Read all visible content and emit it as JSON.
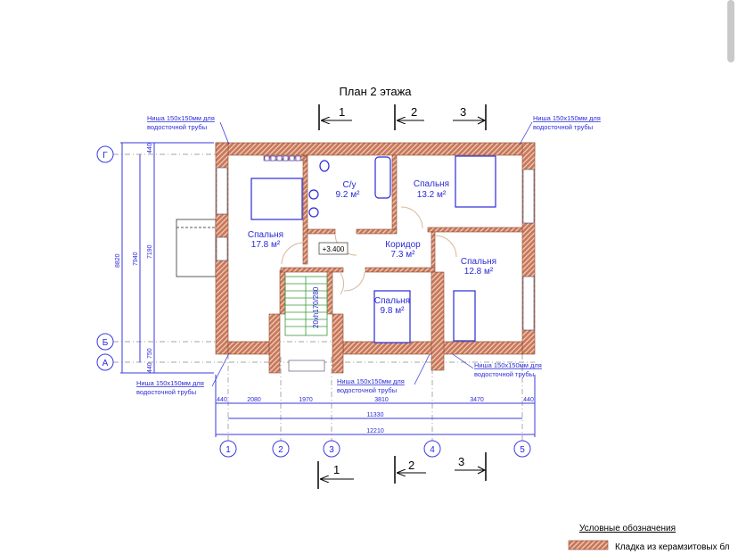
{
  "title": "План 2 этажа",
  "sections": [
    "1",
    "2",
    "3"
  ],
  "axes_x": [
    "1",
    "2",
    "3",
    "4",
    "5"
  ],
  "axes_y": [
    "Г",
    "Б",
    "А"
  ],
  "rooms": [
    {
      "name": "С/у",
      "area": "9.2 м²"
    },
    {
      "name": "Спальня",
      "area": "13.2 м²"
    },
    {
      "name": "Спальня",
      "area": "17.8 м²"
    },
    {
      "name": "Коридор",
      "area": "7.3 м²"
    },
    {
      "name": "Спальня",
      "area": "12.8 м²"
    },
    {
      "name": "Спальня",
      "area": "9.8 м²"
    }
  ],
  "level_mark": "+3.400",
  "stair_label": "20хh170/280",
  "niche_note": {
    "line1": "Ниша 150х150мм для",
    "line2": "водосточной трубы"
  },
  "dims_bottom": [
    "440",
    "2080",
    "1970",
    "3810",
    "3470",
    "440"
  ],
  "dims_bottom_total1": "11330",
  "dims_bottom_total2": "12210",
  "dims_left": {
    "total": "8820",
    "mid": "7940",
    "inner": "7190",
    "top": "440",
    "bottom1": "750",
    "bottom2": "440"
  },
  "legend": {
    "title": "Условные  обозначения",
    "item": "Кладка из керамзитовых бл"
  },
  "colors": {
    "wall": "#c8785a",
    "annotation": "#2a2ad8"
  }
}
